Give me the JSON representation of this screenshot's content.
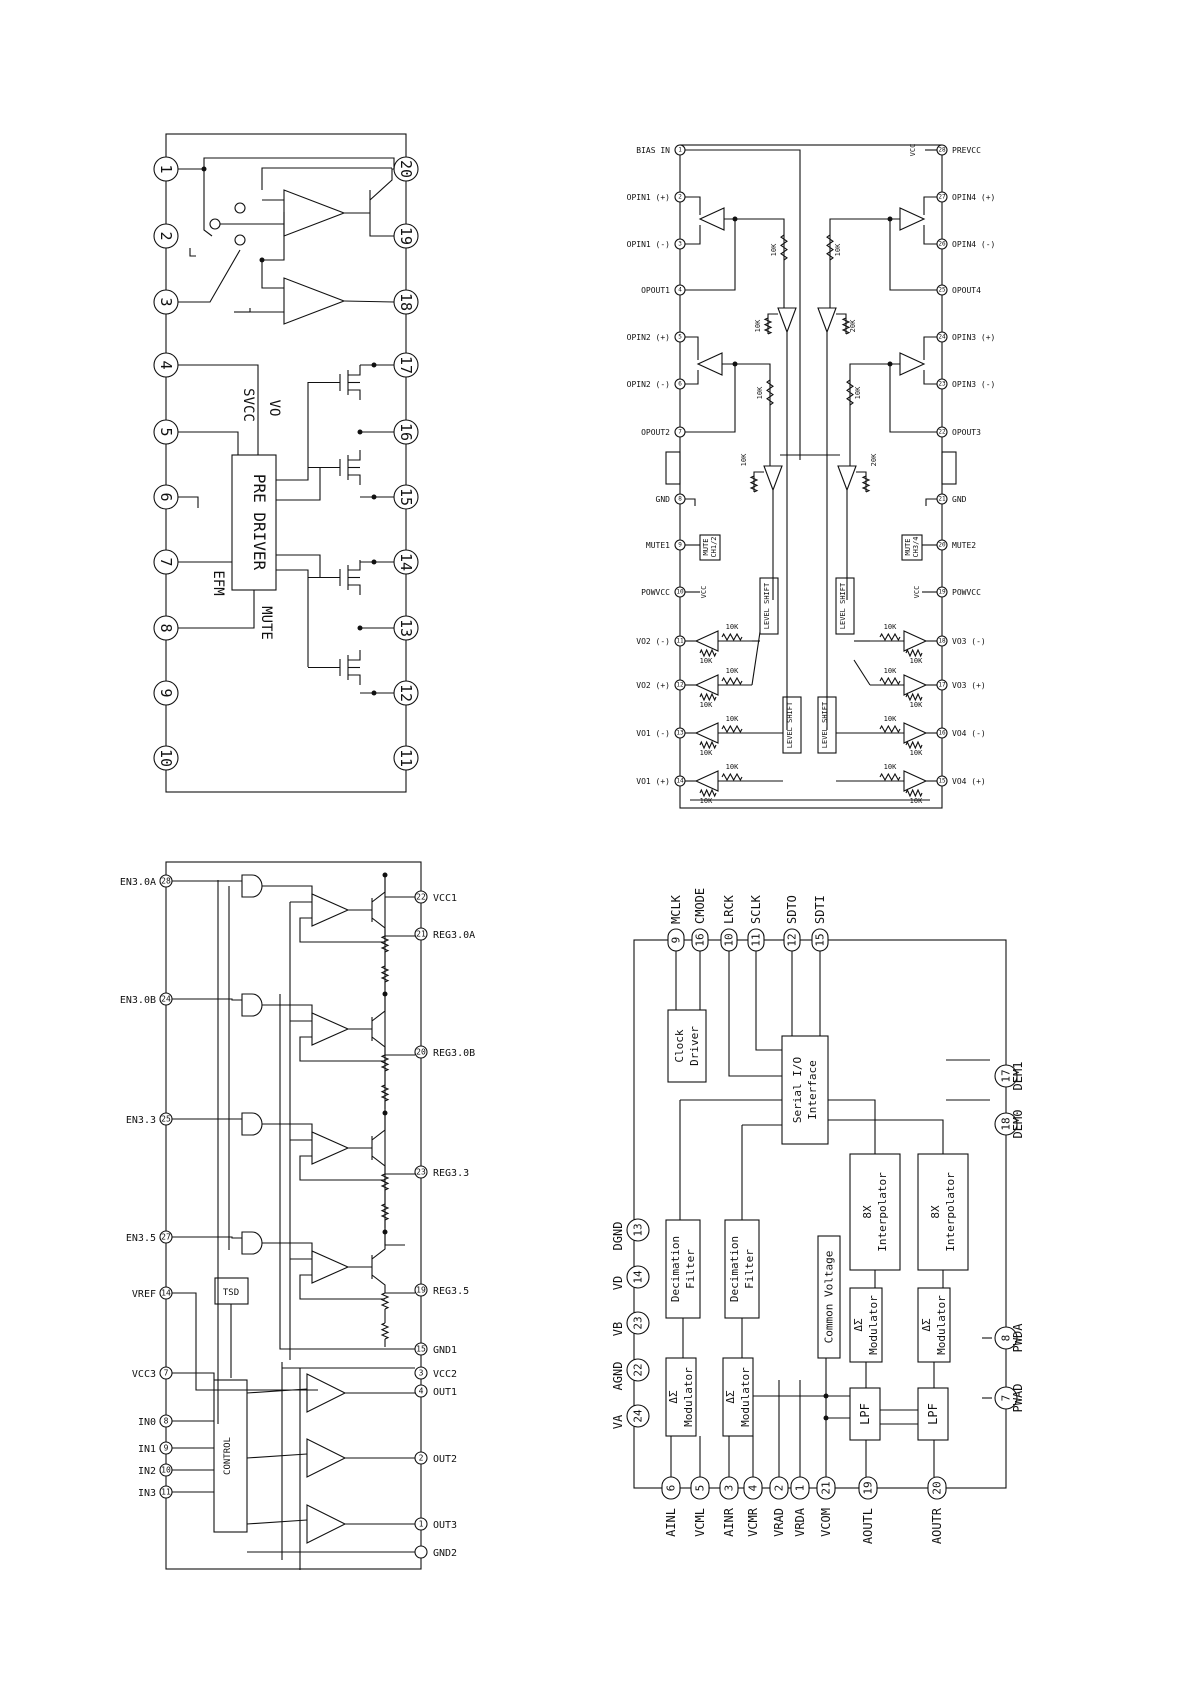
{
  "diagram_a": {
    "pins": [
      "1",
      "2",
      "3",
      "4",
      "5",
      "6",
      "7",
      "8",
      "9",
      "10",
      "11",
      "12",
      "13",
      "14",
      "15",
      "16",
      "17",
      "18",
      "19",
      "20"
    ],
    "block_title": "PRE DRIVER",
    "labels": [
      "SVCC",
      "VO",
      "EFM",
      "MUTE"
    ]
  },
  "diagram_b": {
    "left_pins": [
      {
        "n": "1",
        "label": "BIAS IN"
      },
      {
        "n": "2",
        "label": "OPIN1 (+)"
      },
      {
        "n": "3",
        "label": "OPIN1 (-)"
      },
      {
        "n": "4",
        "label": "OPOUT1"
      },
      {
        "n": "5",
        "label": "OPIN2 (+)"
      },
      {
        "n": "6",
        "label": "OPIN2 (-)"
      },
      {
        "n": "7",
        "label": "OPOUT2"
      },
      {
        "n": "8",
        "label": "GND"
      },
      {
        "n": "9",
        "label": "MUTE1"
      },
      {
        "n": "10",
        "label": "POWVCC"
      },
      {
        "n": "11",
        "label": "VO2 (-)"
      },
      {
        "n": "12",
        "label": "VO2 (+)"
      },
      {
        "n": "13",
        "label": "VO1 (-)"
      },
      {
        "n": "14",
        "label": "VO1 (+)"
      }
    ],
    "right_pins": [
      {
        "n": "28",
        "label": "PREVCC"
      },
      {
        "n": "27",
        "label": "OPIN4 (+)"
      },
      {
        "n": "26",
        "label": "OPIN4 (-)"
      },
      {
        "n": "25",
        "label": "OPOUT4"
      },
      {
        "n": "24",
        "label": "OPIN3 (+)"
      },
      {
        "n": "23",
        "label": "OPIN3 (-)"
      },
      {
        "n": "22",
        "label": "OPOUT3"
      },
      {
        "n": "21",
        "label": "GND"
      },
      {
        "n": "20",
        "label": "MUTE2"
      },
      {
        "n": "19",
        "label": "POWVCC"
      },
      {
        "n": "18",
        "label": "VO3 (-)"
      },
      {
        "n": "17",
        "label": "VO3 (+)"
      },
      {
        "n": "16",
        "label": "VO4 (-)"
      },
      {
        "n": "15",
        "label": "VO4 (+)"
      }
    ],
    "resistor_labels": [
      "10K",
      "20K"
    ],
    "mute_label": "MUTE",
    "mute_sub": [
      "CH1/2",
      "CH3/4"
    ],
    "level_shift": "LEVEL SHIFT",
    "vcc": "VCC"
  },
  "diagram_c": {
    "left_pins": [
      {
        "n": "28",
        "label": "EN3.0A"
      },
      {
        "n": "24",
        "label": "EN3.0B"
      },
      {
        "n": "25",
        "label": "EN3.3"
      },
      {
        "n": "27",
        "label": "EN3.5"
      },
      {
        "n": "14",
        "label": "VREF"
      },
      {
        "n": "7",
        "label": "VCC3"
      },
      {
        "n": "8",
        "label": "IN0"
      },
      {
        "n": "9",
        "label": "IN1"
      },
      {
        "n": "10",
        "label": "IN2"
      },
      {
        "n": "11",
        "label": "IN3"
      }
    ],
    "right_pins": [
      {
        "n": "22",
        "label": "VCC1"
      },
      {
        "n": "21",
        "label": "REG3.0A"
      },
      {
        "n": "20",
        "label": "REG3.0B"
      },
      {
        "n": "23",
        "label": "REG3.3"
      },
      {
        "n": "19",
        "label": "REG3.5"
      },
      {
        "n": "15",
        "label": "GND1"
      },
      {
        "n": "3",
        "label": "VCC2"
      },
      {
        "n": "4",
        "label": "OUT1"
      },
      {
        "n": "2",
        "label": "OUT2"
      },
      {
        "n": "1",
        "label": "OUT3"
      },
      {
        "n": "",
        "label": "GND2"
      }
    ],
    "tsd": "TSD",
    "control": "CONTROL"
  },
  "diagram_d": {
    "top_pins": [
      {
        "n": "9",
        "label": "MCLK"
      },
      {
        "n": "16",
        "label": "CMODE"
      },
      {
        "n": "10",
        "label": "LRCK"
      },
      {
        "n": "11",
        "label": "SCLK"
      },
      {
        "n": "12",
        "label": "SDTO"
      },
      {
        "n": "15",
        "label": "SDTI"
      }
    ],
    "left_pins": [
      {
        "n": "24",
        "label": "VA"
      },
      {
        "n": "22",
        "label": "AGND"
      },
      {
        "n": "23",
        "label": "VB"
      },
      {
        "n": "14",
        "label": "VD"
      },
      {
        "n": "13",
        "label": "DGND"
      }
    ],
    "bottom_pins": [
      {
        "n": "6",
        "label": "AINL"
      },
      {
        "n": "5",
        "label": "VCML"
      },
      {
        "n": "3",
        "label": "AINR"
      },
      {
        "n": "4",
        "label": "VCMR"
      },
      {
        "n": "2",
        "label": "VRAD"
      },
      {
        "n": "1",
        "label": "VRDA"
      },
      {
        "n": "21",
        "label": "VCOM"
      },
      {
        "n": "19",
        "label": "AOUTL"
      },
      {
        "n": "20",
        "label": "AOUTR"
      }
    ],
    "right_pins": [
      {
        "n": "17",
        "label": "DEM1"
      },
      {
        "n": "18",
        "label": "DEM0"
      },
      {
        "n": "8",
        "label": "PWDA"
      },
      {
        "n": "7",
        "label": "PWAD"
      }
    ],
    "blocks": {
      "clock": [
        "Clock",
        "Driver"
      ],
      "serial": [
        "Serial I/O",
        "Interface"
      ],
      "interp": [
        "8X",
        "Interpolator"
      ],
      "decim": [
        "Decimation",
        "Filter"
      ],
      "common": "Common Voltage",
      "mod": [
        "ΔΣ",
        "Modulator"
      ],
      "lpf": "LPF"
    }
  }
}
